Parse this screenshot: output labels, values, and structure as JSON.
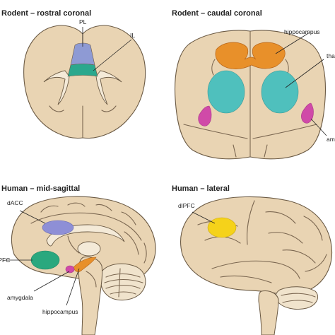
{
  "colors": {
    "tissue": "#e9d4b3",
    "outline": "#6b5a44",
    "prelimbic": "#8e9ad4",
    "infralimbic": "#2ba88d",
    "hippocampus": "#e8902a",
    "thalamus": "#4fc0bd",
    "amygdala": "#d04aa8",
    "dacc": "#8e8fd6",
    "vmpfc": "#2aa87e",
    "dlpfc": "#f5d21a"
  },
  "panels": {
    "rostral": {
      "title": "Rodent – rostral coronal",
      "labels": {
        "pl": "PL",
        "il": "IL"
      }
    },
    "caudal": {
      "title": "Rodent – caudal coronal",
      "labels": {
        "hippocampus": "hippocampus",
        "thalamus": "thalamus",
        "amygdala": "amygdala"
      }
    },
    "sagittal": {
      "title": "Human – mid-sagittal",
      "labels": {
        "dacc": "dACC",
        "vmpfc": "vmPFC",
        "amygdala": "amygdala",
        "hippocampus": "hippocampus"
      }
    },
    "lateral": {
      "title": "Human – lateral",
      "labels": {
        "dlpfc": "dlPFC"
      }
    }
  }
}
